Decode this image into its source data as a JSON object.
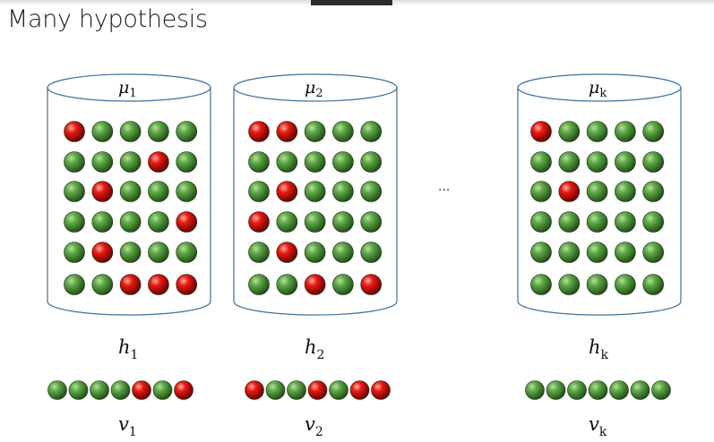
{
  "title": "Many hypothesis",
  "ellipsis": "...",
  "colors": {
    "green": "#3f8a2e",
    "red": "#d81010",
    "outline": "#3f6f9a"
  },
  "bins": [
    {
      "mu": "μ",
      "mu_sub": "1",
      "h": "h",
      "h_sub": "1",
      "v": "v",
      "v_sub": "1",
      "grid": [
        [
          "r",
          "g",
          "g",
          "g",
          "g"
        ],
        [
          "g",
          "g",
          "g",
          "r",
          "g"
        ],
        [
          "g",
          "r",
          "g",
          "g",
          "g"
        ],
        [
          "g",
          "g",
          "g",
          "g",
          "r"
        ],
        [
          "g",
          "r",
          "g",
          "g",
          "g"
        ],
        [
          "g",
          "g",
          "r",
          "r",
          "r"
        ]
      ],
      "sample": [
        "g",
        "g",
        "g",
        "g",
        "r",
        "g",
        "r"
      ]
    },
    {
      "mu": "μ",
      "mu_sub": "2",
      "h": "h",
      "h_sub": "2",
      "v": "v",
      "v_sub": "2",
      "grid": [
        [
          "r",
          "r",
          "g",
          "g",
          "g"
        ],
        [
          "g",
          "g",
          "g",
          "g",
          "g"
        ],
        [
          "g",
          "r",
          "g",
          "g",
          "g"
        ],
        [
          "r",
          "g",
          "g",
          "g",
          "g"
        ],
        [
          "g",
          "r",
          "g",
          "g",
          "g"
        ],
        [
          "g",
          "g",
          "r",
          "g",
          "r"
        ]
      ],
      "sample": [
        "r",
        "g",
        "g",
        "r",
        "g",
        "r",
        "r"
      ]
    },
    {
      "mu": "μ",
      "mu_sub": "k",
      "h": "h",
      "h_sub": "k",
      "v": "v",
      "v_sub": "k",
      "grid": [
        [
          "r",
          "g",
          "g",
          "g",
          "g"
        ],
        [
          "g",
          "g",
          "g",
          "g",
          "g"
        ],
        [
          "g",
          "r",
          "g",
          "g",
          "g"
        ],
        [
          "g",
          "g",
          "g",
          "g",
          "g"
        ],
        [
          "g",
          "g",
          "g",
          "g",
          "g"
        ],
        [
          "g",
          "g",
          "g",
          "g",
          "g"
        ]
      ],
      "sample": [
        "g",
        "g",
        "g",
        "g",
        "g",
        "g",
        "g"
      ]
    }
  ]
}
